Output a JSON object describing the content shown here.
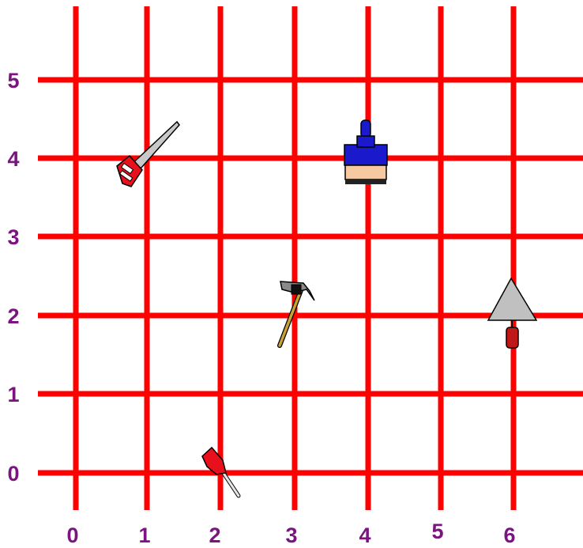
{
  "grid": {
    "line_color": "#ff0000",
    "label_color": "#7b1480",
    "x_labels": [
      "0",
      "1",
      "2",
      "3",
      "4",
      "5",
      "6"
    ],
    "y_labels": [
      "0",
      "1",
      "2",
      "3",
      "4",
      "5"
    ]
  },
  "tools": [
    {
      "id": "saw",
      "icon": "hand-saw-icon",
      "x": 1,
      "y": 4
    },
    {
      "id": "paintbrush",
      "icon": "paintbrush-icon",
      "x": 4,
      "y": 4
    },
    {
      "id": "hammer",
      "icon": "hammer-icon",
      "x": 3,
      "y": 2
    },
    {
      "id": "trowel",
      "icon": "trowel-icon",
      "x": 6,
      "y": 2
    },
    {
      "id": "screwdriver",
      "icon": "screwdriver-icon",
      "x": 2,
      "y": 0
    }
  ]
}
